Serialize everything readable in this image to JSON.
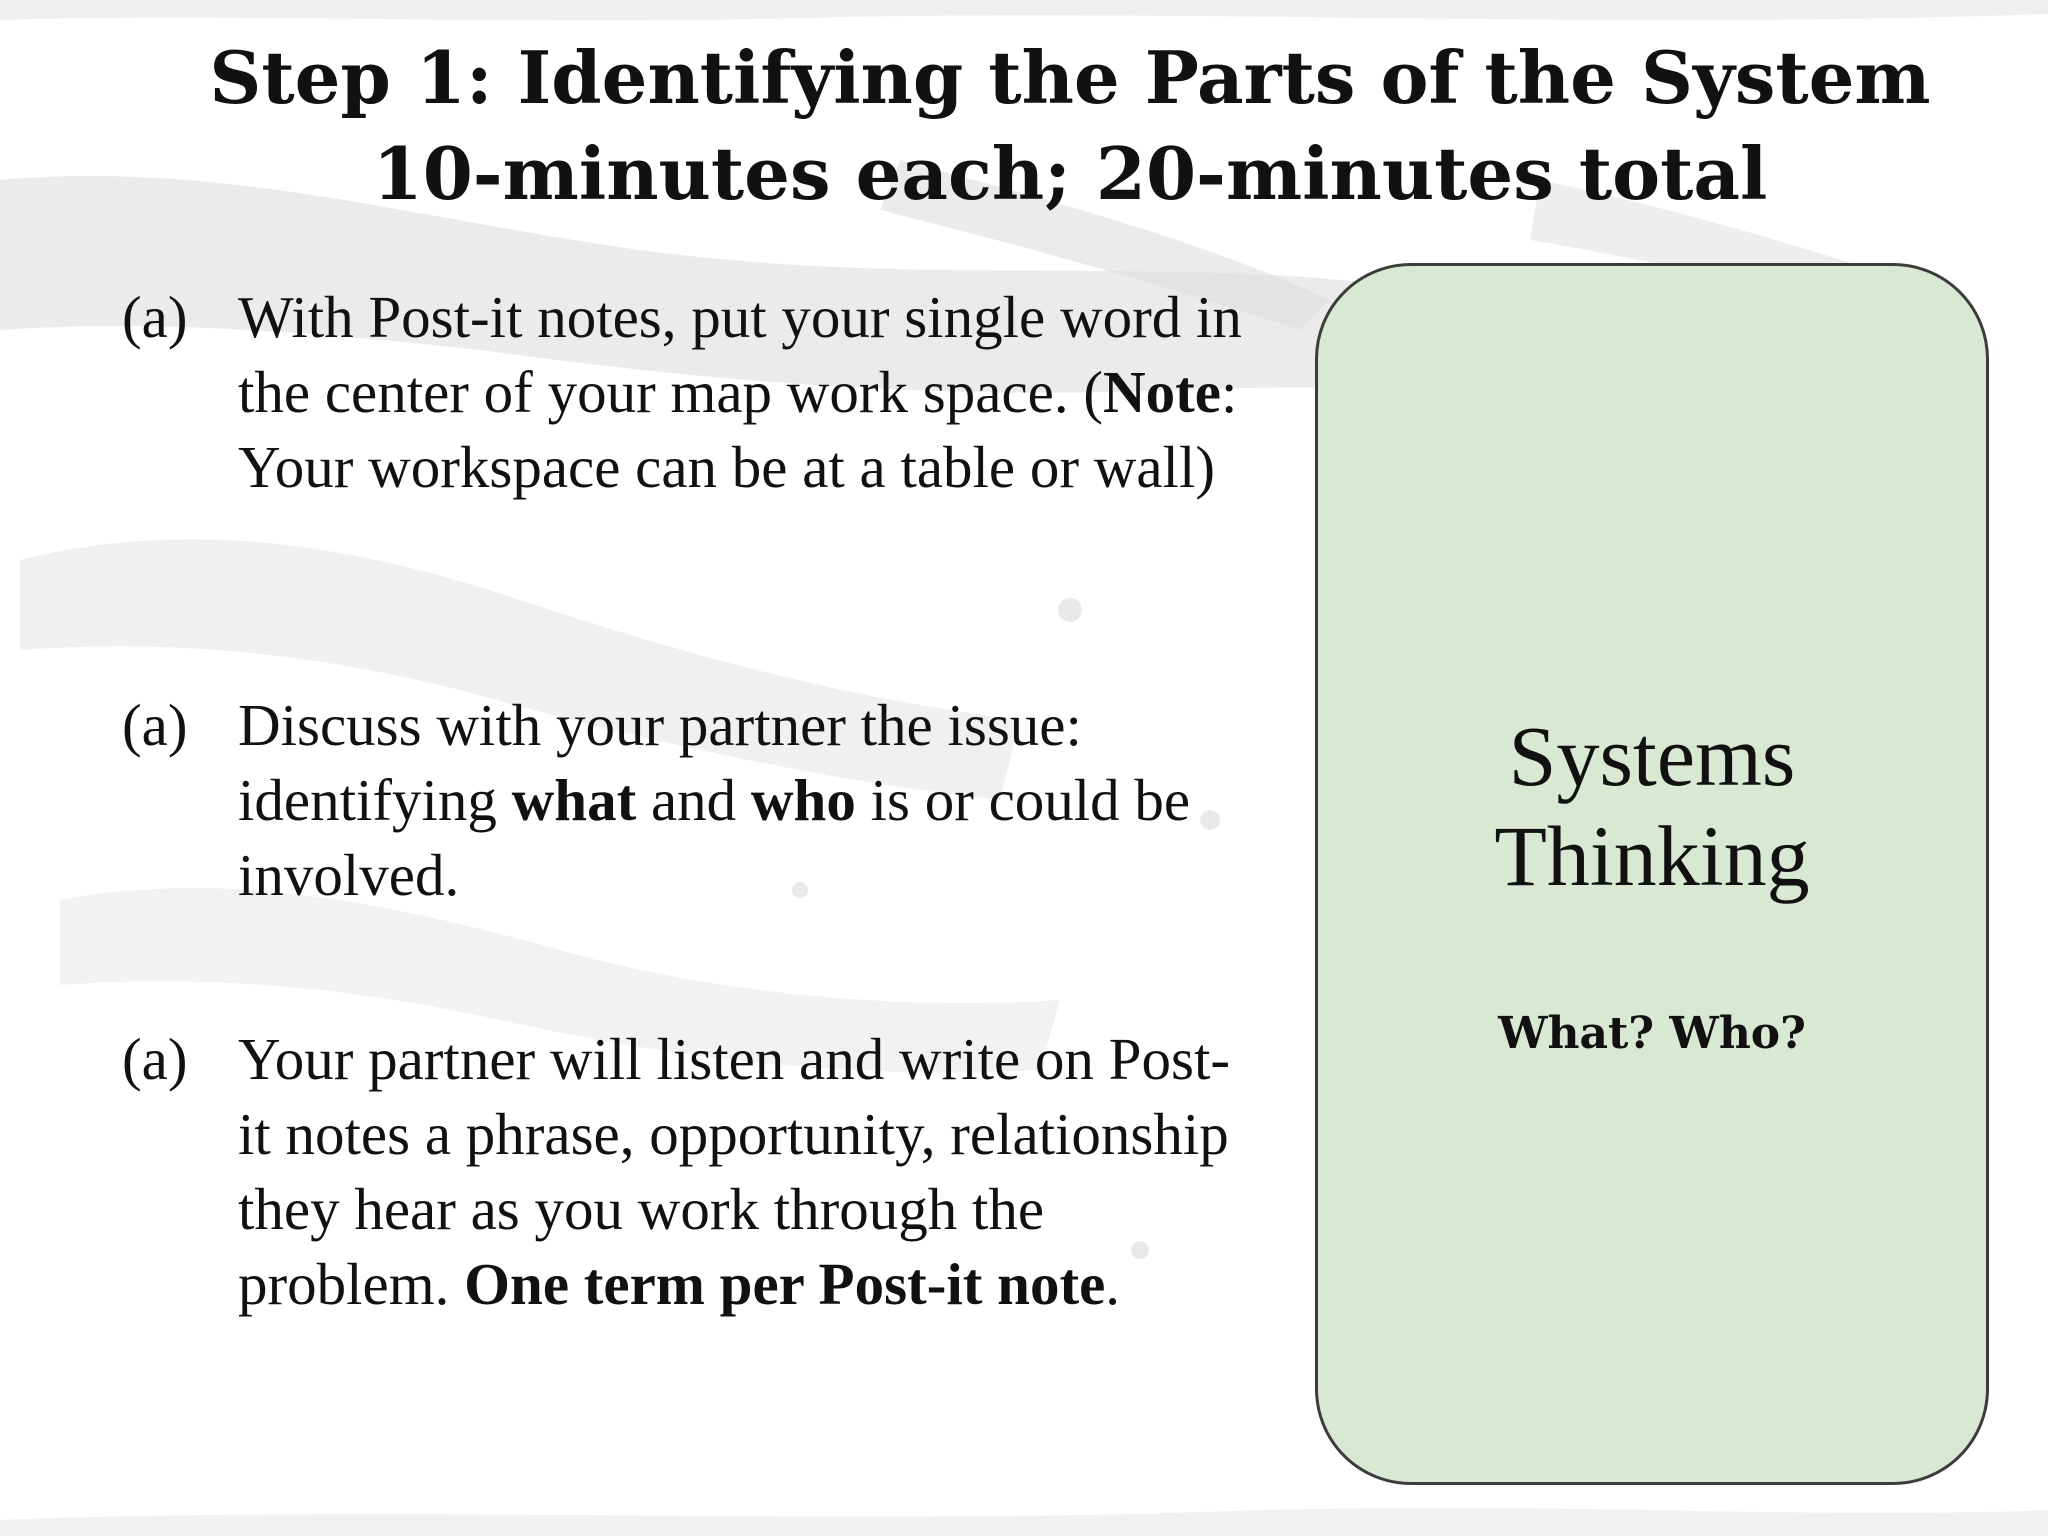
{
  "slide": {
    "title_line1": "Step 1: Identifying the Parts of the System",
    "title_line2": "10-minutes each; 20-minutes total"
  },
  "items": [
    {
      "label": "(a)",
      "segments": [
        {
          "text": "With Post-it notes, put your single word in the center of your map work space. (",
          "bold": false
        },
        {
          "text": "Note",
          "bold": true
        },
        {
          "text": ": Your workspace can be at a table or wall)",
          "bold": false
        }
      ]
    },
    {
      "label": "(a)",
      "segments": [
        {
          "text": "Discuss with your partner the issue: identifying ",
          "bold": false
        },
        {
          "text": "what",
          "bold": true
        },
        {
          "text": " and ",
          "bold": false
        },
        {
          "text": "who",
          "bold": true
        },
        {
          "text": " is or could be involved.",
          "bold": false
        }
      ]
    },
    {
      "label": "(a)",
      "segments": [
        {
          "text": "Your partner will listen and write on Post-it notes a phrase, opportunity, relationship they hear as you work through the problem. ",
          "bold": false
        },
        {
          "text": "One term per Post-it note",
          "bold": true
        },
        {
          "text": ".",
          "bold": false
        }
      ]
    }
  ],
  "card": {
    "title_line1": "Systems",
    "title_line2": "Thinking",
    "subtitle": "What? Who?",
    "fill_color": "#d9e8d3",
    "border_color": "#3c3c3c"
  }
}
